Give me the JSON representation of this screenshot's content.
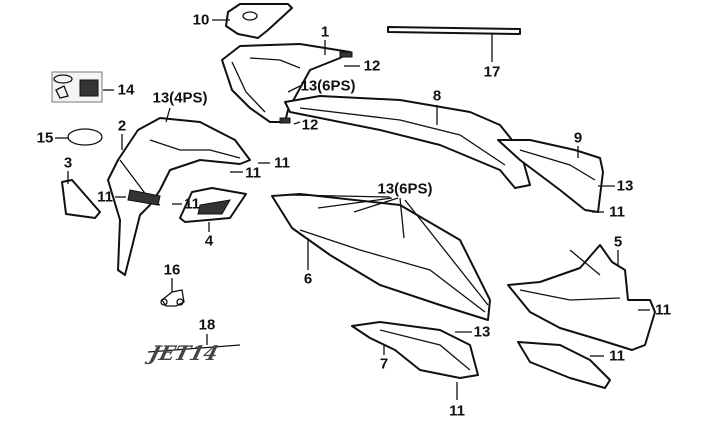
{
  "diagram": {
    "callouts": [
      {
        "part": "10",
        "label": "10"
      },
      {
        "part": "1",
        "label": "1"
      },
      {
        "part": "12",
        "label": "12"
      },
      {
        "part": "17",
        "label": "17"
      },
      {
        "part": "14",
        "label": "14"
      },
      {
        "part": "13",
        "label": "13(4PS)"
      },
      {
        "part": "13",
        "label": "13(6PS)"
      },
      {
        "part": "8",
        "label": "8"
      },
      {
        "part": "12",
        "label": "12"
      },
      {
        "part": "2",
        "label": "2"
      },
      {
        "part": "15",
        "label": "15"
      },
      {
        "part": "9",
        "label": "9"
      },
      {
        "part": "3",
        "label": "3"
      },
      {
        "part": "11",
        "label": "11"
      },
      {
        "part": "11",
        "label": "11"
      },
      {
        "part": "13",
        "label": "13(6PS)"
      },
      {
        "part": "13",
        "label": "13"
      },
      {
        "part": "11",
        "label": "11"
      },
      {
        "part": "11",
        "label": "11"
      },
      {
        "part": "11",
        "label": "11"
      },
      {
        "part": "4",
        "label": "4"
      },
      {
        "part": "5",
        "label": "5"
      },
      {
        "part": "6",
        "label": "6"
      },
      {
        "part": "16",
        "label": "16"
      },
      {
        "part": "11",
        "label": "11"
      },
      {
        "part": "18",
        "label": "18"
      },
      {
        "part": "13",
        "label": "13"
      },
      {
        "part": "7",
        "label": "7"
      },
      {
        "part": "11",
        "label": "11"
      },
      {
        "part": "11",
        "label": "11"
      }
    ],
    "emblem_text": "JET 14"
  }
}
